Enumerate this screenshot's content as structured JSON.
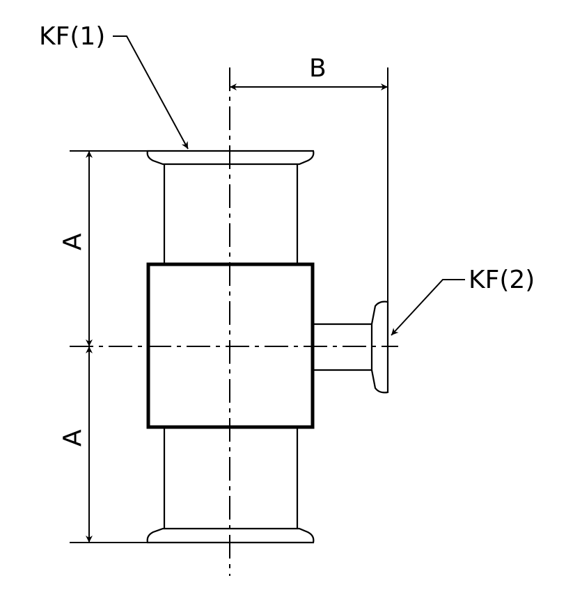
{
  "labels": {
    "kf1": "KF(1)",
    "kf2": "KF(2)",
    "dim_b": "B",
    "dim_a_upper": "A",
    "dim_a_lower": "A"
  },
  "colors": {
    "line": "#000000",
    "background": "#ffffff"
  }
}
